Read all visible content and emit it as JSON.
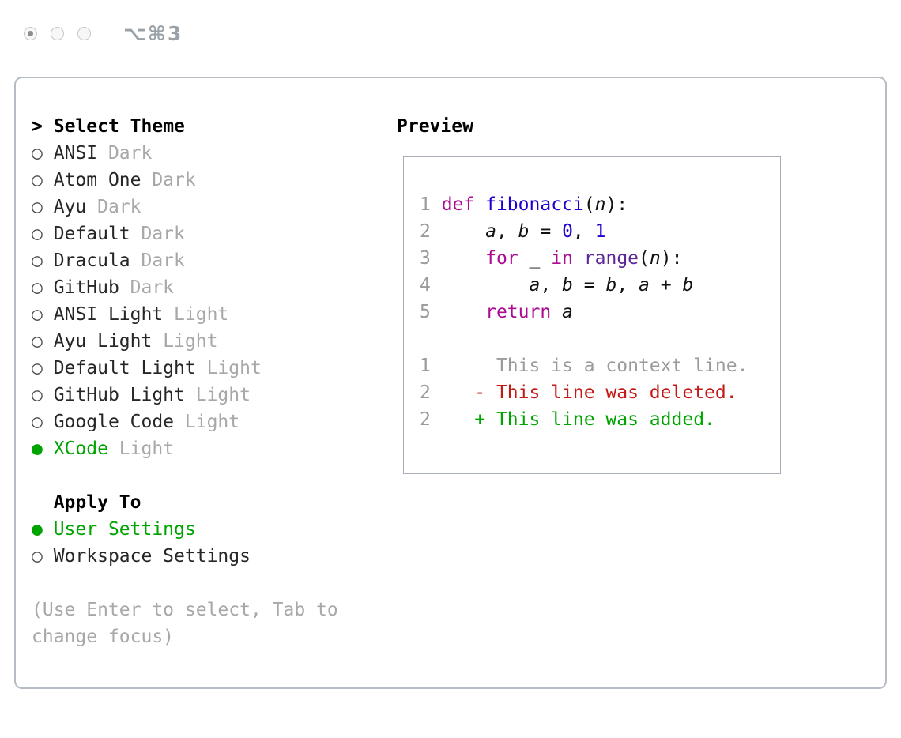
{
  "window": {
    "shortcut": "⌥⌘3"
  },
  "colors": {
    "selected-green": "#00a400",
    "item-text": "#262626",
    "muted": "#a8a8a8",
    "ring": "#4d4d4d",
    "kw": "#aa0d91",
    "fn": "#1c00cf",
    "num": "#1c00cf",
    "builtin": "#5c2699",
    "plain": "#111111",
    "ln": "#9b9b9b",
    "ctx": "#9b9b9b",
    "del": "#c41a16",
    "add": "#00a400"
  },
  "theme_panel": {
    "prompt": ">",
    "title": "Select Theme",
    "bullet_unselected": "○",
    "bullet_selected": "●",
    "items": [
      {
        "name": "ANSI",
        "variant": "Dark",
        "selected": false
      },
      {
        "name": "Atom One",
        "variant": "Dark",
        "selected": false
      },
      {
        "name": "Ayu",
        "variant": "Dark",
        "selected": false
      },
      {
        "name": "Default",
        "variant": "Dark",
        "selected": false
      },
      {
        "name": "Dracula",
        "variant": "Dark",
        "selected": false
      },
      {
        "name": "GitHub",
        "variant": "Dark",
        "selected": false
      },
      {
        "name": "ANSI Light",
        "variant": "Light",
        "selected": false
      },
      {
        "name": "Ayu Light",
        "variant": "Light",
        "selected": false
      },
      {
        "name": "Default Light",
        "variant": "Light",
        "selected": false
      },
      {
        "name": "GitHub Light",
        "variant": "Light",
        "selected": false
      },
      {
        "name": "Google Code",
        "variant": "Light",
        "selected": false
      },
      {
        "name": "XCode",
        "variant": "Light",
        "selected": true
      }
    ]
  },
  "apply_to": {
    "title": "Apply To",
    "options": [
      {
        "label": "User Settings",
        "selected": true
      },
      {
        "label": "Workspace Settings",
        "selected": false
      }
    ]
  },
  "hint_lines": [
    "(Use Enter to select, Tab to",
    "change focus)"
  ],
  "preview": {
    "title": "Preview",
    "lines": [
      {
        "segments": [
          {
            "t": "1 ",
            "c": "ln"
          },
          {
            "t": "def",
            "c": "kw"
          },
          {
            "t": " ",
            "c": "pl"
          },
          {
            "t": "fibonacci",
            "c": "fn"
          },
          {
            "t": "(",
            "c": "pl"
          },
          {
            "t": "n",
            "c": "var"
          },
          {
            "t": "):",
            "c": "pl"
          }
        ]
      },
      {
        "segments": [
          {
            "t": "2 ",
            "c": "ln"
          },
          {
            "t": "    ",
            "c": "pl"
          },
          {
            "t": "a",
            "c": "var"
          },
          {
            "t": ", ",
            "c": "pl"
          },
          {
            "t": "b",
            "c": "var"
          },
          {
            "t": " = ",
            "c": "pl"
          },
          {
            "t": "0",
            "c": "num"
          },
          {
            "t": ", ",
            "c": "pl"
          },
          {
            "t": "1",
            "c": "num"
          }
        ]
      },
      {
        "segments": [
          {
            "t": "3 ",
            "c": "ln"
          },
          {
            "t": "    ",
            "c": "pl"
          },
          {
            "t": "for",
            "c": "kw"
          },
          {
            "t": " ",
            "c": "pl"
          },
          {
            "t": "_",
            "c": "var"
          },
          {
            "t": " ",
            "c": "pl"
          },
          {
            "t": "in",
            "c": "kw"
          },
          {
            "t": " ",
            "c": "pl"
          },
          {
            "t": "range",
            "c": "builtin"
          },
          {
            "t": "(",
            "c": "pl"
          },
          {
            "t": "n",
            "c": "var"
          },
          {
            "t": "):",
            "c": "pl"
          }
        ]
      },
      {
        "segments": [
          {
            "t": "4 ",
            "c": "ln"
          },
          {
            "t": "        ",
            "c": "pl"
          },
          {
            "t": "a",
            "c": "var"
          },
          {
            "t": ", ",
            "c": "pl"
          },
          {
            "t": "b",
            "c": "var"
          },
          {
            "t": " = ",
            "c": "pl"
          },
          {
            "t": "b",
            "c": "var"
          },
          {
            "t": ", ",
            "c": "pl"
          },
          {
            "t": "a",
            "c": "var"
          },
          {
            "t": " + ",
            "c": "pl"
          },
          {
            "t": "b",
            "c": "var"
          }
        ]
      },
      {
        "segments": [
          {
            "t": "5 ",
            "c": "ln"
          },
          {
            "t": "    ",
            "c": "pl"
          },
          {
            "t": "return",
            "c": "kw"
          },
          {
            "t": " ",
            "c": "pl"
          },
          {
            "t": "a",
            "c": "var"
          }
        ]
      },
      {
        "segments": []
      },
      {
        "segments": [
          {
            "t": "1 ",
            "c": "ln"
          },
          {
            "t": "     This is a context line.",
            "c": "ctx"
          }
        ]
      },
      {
        "segments": [
          {
            "t": "2 ",
            "c": "ln"
          },
          {
            "t": "   - This line was deleted.",
            "c": "del"
          }
        ]
      },
      {
        "segments": [
          {
            "t": "2 ",
            "c": "ln"
          },
          {
            "t": "   + This line was added.",
            "c": "add"
          }
        ]
      }
    ]
  }
}
